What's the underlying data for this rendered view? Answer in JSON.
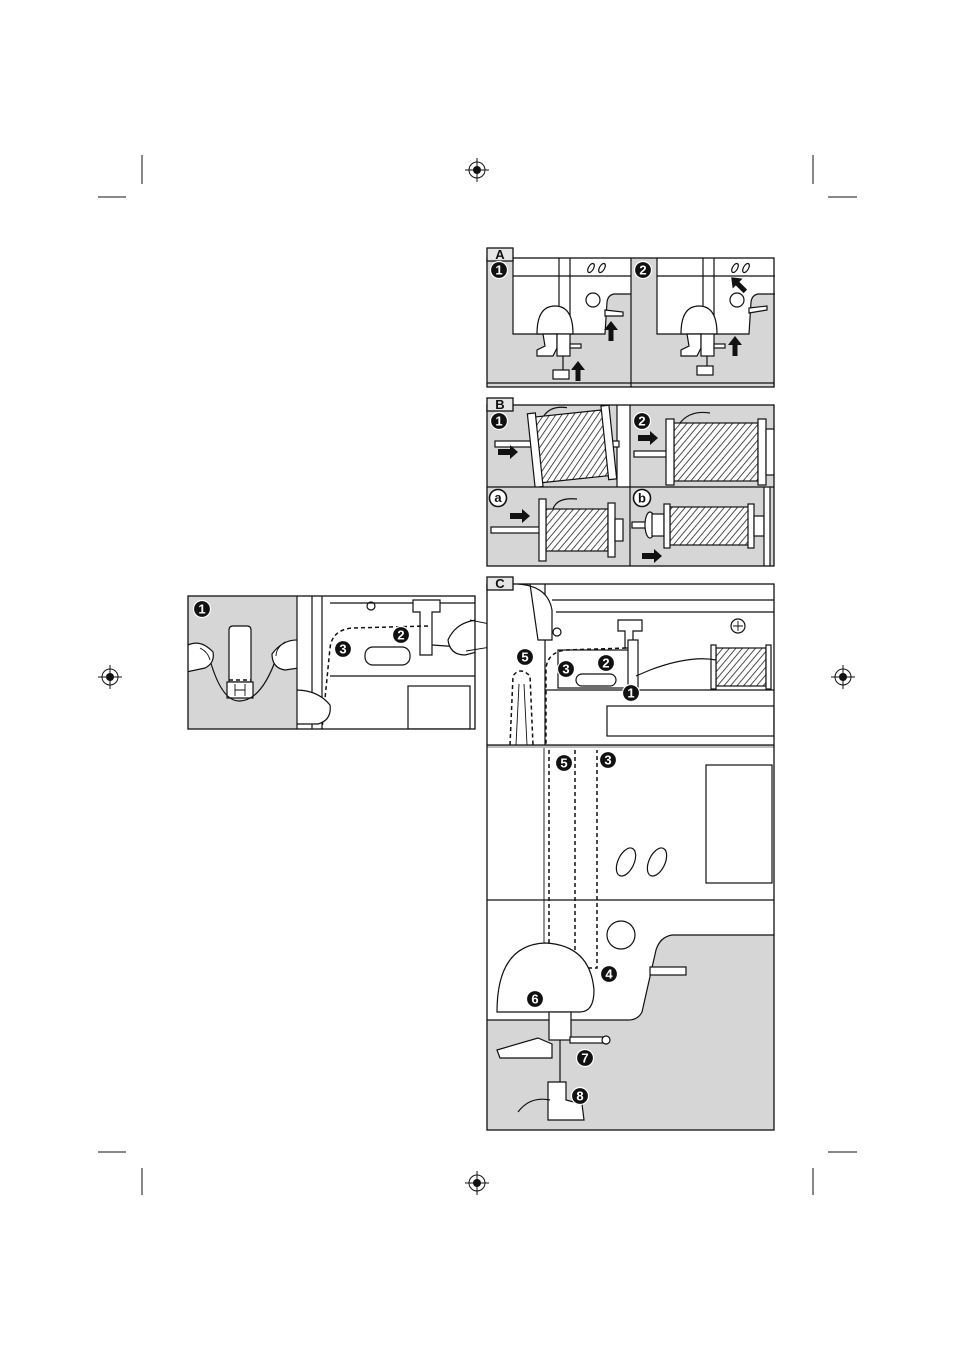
{
  "colors": {
    "panel_gray": "#d6d6d6",
    "ink": "#111111",
    "paper": "#ffffff"
  },
  "figure_a": {
    "label": "A",
    "steps": [
      "1",
      "2"
    ]
  },
  "figure_b": {
    "label": "B",
    "steps": [
      "1",
      "2",
      "a",
      "b"
    ]
  },
  "figure_c": {
    "label": "C",
    "top_callouts": [
      "5",
      "3",
      "2",
      "1"
    ],
    "front_callouts": [
      "5",
      "3",
      "4",
      "6",
      "7",
      "8"
    ]
  },
  "inset_figure": {
    "callouts": [
      "1",
      "2",
      "3"
    ]
  }
}
